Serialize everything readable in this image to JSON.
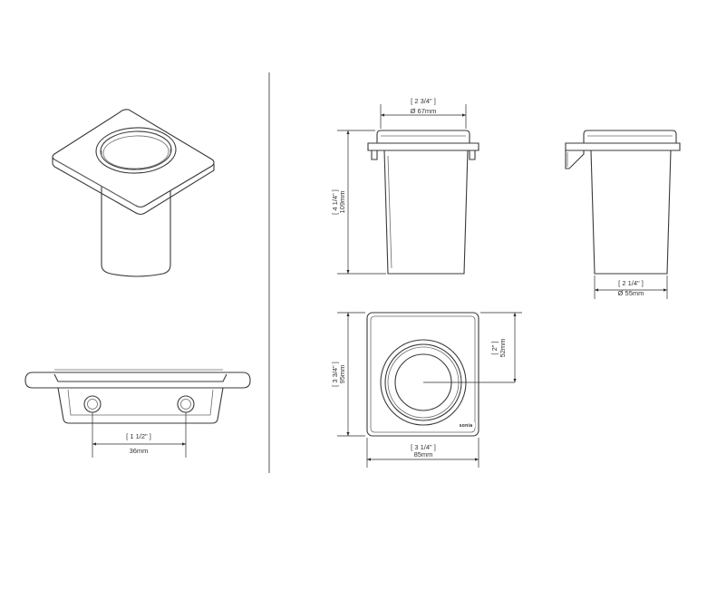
{
  "dimensions": {
    "holder_spacing": {
      "inch": "[ 1 1/2\" ]",
      "mm": "36mm"
    },
    "top_diameter": {
      "inch": "[ 2 3/4\" ]",
      "mm": "Ø 67mm"
    },
    "height": {
      "inch": "[ 4 1/4\" ]",
      "mm": "109mm"
    },
    "bottom_diameter": {
      "inch": "[ 2 1/4\" ]",
      "mm": "Ø 55mm"
    },
    "plate_height": {
      "inch": "[ 3 3/4\" ]",
      "mm": "95mm"
    },
    "center_offset": {
      "inch": "[ 2\" ]",
      "mm": "52mm"
    },
    "plate_width": {
      "inch": "[ 3 1/4\" ]",
      "mm": "85mm"
    }
  },
  "brand_mark": "sonia"
}
